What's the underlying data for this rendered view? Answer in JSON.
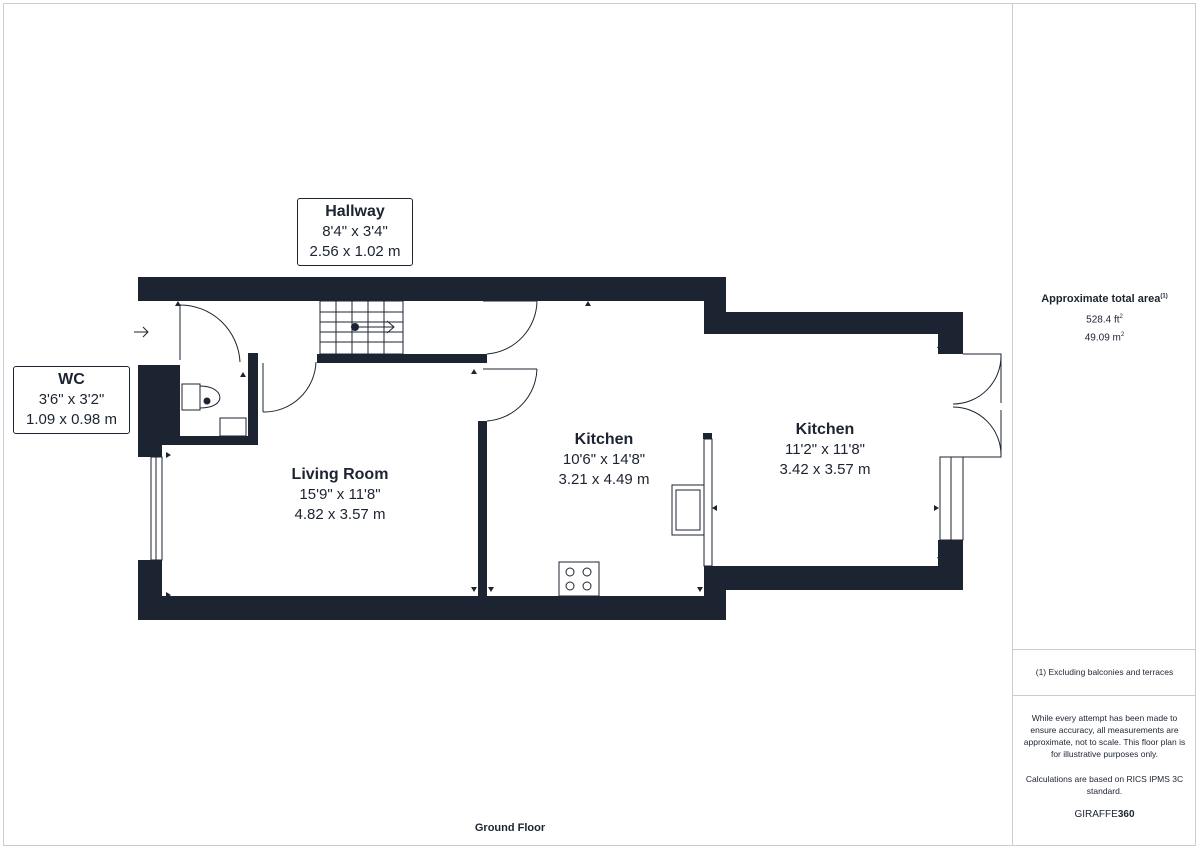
{
  "rooms": {
    "hallway": {
      "name": "Hallway",
      "imperial": "8'4\" x 3'4\"",
      "metric": "2.56 x 1.02 m"
    },
    "wc": {
      "name": "WC",
      "imperial": "3'6\" x 3'2\"",
      "metric": "1.09 x 0.98 m"
    },
    "living_room": {
      "name": "Living Room",
      "imperial": "15'9\" x 11'8\"",
      "metric": "4.82 x 3.57 m"
    },
    "kitchen_front": {
      "name": "Kitchen",
      "imperial": "10'6\" x 14'8\"",
      "metric": "3.21 x 4.49 m"
    },
    "kitchen_rear": {
      "name": "Kitchen",
      "imperial": "11'2\" x 11'8\"",
      "metric": "3.42 x 3.57 m"
    }
  },
  "floor_label": "Ground Floor",
  "side_panel": {
    "area_title": "Approximate total area",
    "area_footnote_mark": "(1)",
    "area_sqft": "528.4 ft",
    "area_sqm": "49.09 m",
    "unit_power": "2",
    "footnote": "(1) Excluding balconies and terraces",
    "disclaimer": "While every attempt has been made to ensure accuracy, all measurements are approximate, not to scale. This floor plan is for illustrative purposes only.",
    "calculation_note": "Calculations are based on RICS IPMS 3C standard.",
    "brand_prefix": "GIRAFFE",
    "brand_suffix": "360"
  },
  "colors": {
    "wall": "#1c2431",
    "line": "#1c2431",
    "border": "#c9ccd1"
  }
}
